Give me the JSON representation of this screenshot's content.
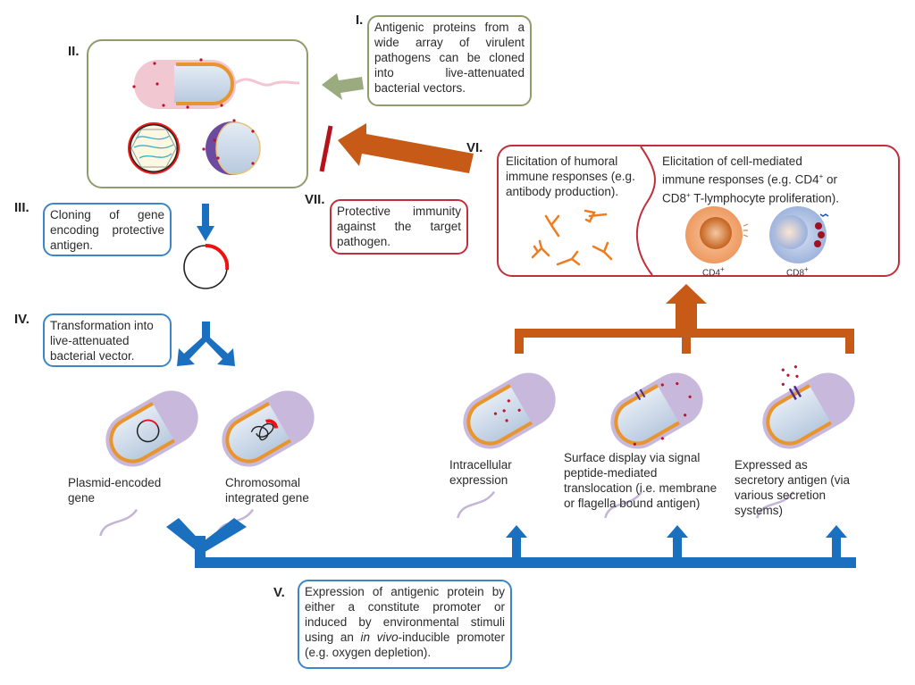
{
  "numerals": {
    "i": "I.",
    "ii": "II.",
    "iii": "III.",
    "iv": "IV.",
    "v": "V.",
    "vi": "VI.",
    "vii": "VII."
  },
  "steps": {
    "i": "Antigenic proteins from a wide array of virulent pathogens can be cloned into live-attenuated bacterial vectors.",
    "iii": "Cloning of gene encoding protective antigen.",
    "iv": "Transformation into live-attenuated bacterial vector.",
    "v_part1": "Expression of antigenic protein by either a constitute promoter or induced by environmental stimuli using an ",
    "v_italic": "in vivo",
    "v_part2": "-inducible promoter (e.g. oxygen depletion).",
    "vii": "Protective immunity against the target pathogen."
  },
  "vi": {
    "humoral": "Elicitation of humoral immune responses (e.g. antibody production).",
    "cell_mediated_1": "Elicitation of cell-mediated",
    "cell_mediated_2": "immune responses (e.g. CD4",
    "cell_mediated_3": " or",
    "cell_mediated_4": "CD8",
    "cell_mediated_5": " T-lymphocyte proliferation).",
    "sup_plus": "+",
    "cd4_label": "CD4",
    "cd8_label": "CD8"
  },
  "vectors": {
    "plasmid": "Plasmid-encoded gene",
    "chromosomal": "Chromosomal integrated gene"
  },
  "expression_modes": {
    "intracellular": "Intracellular expression",
    "surface": "Surface display via signal peptide-mediated translocation (i.e. membrane or flagella bound antigen)",
    "secretory": "Expressed as secretory antigen (via various secretion systems)"
  },
  "colors": {
    "blue_arrow": "#1a6fbf",
    "orange_arrow": "#c65a16",
    "green_arrow": "#9aab80",
    "red_bar": "#b5121b",
    "bacterium_body": "#c8b8dc",
    "membrane_orange": "#e8952e",
    "cytoplasm": "#cfdcec"
  }
}
